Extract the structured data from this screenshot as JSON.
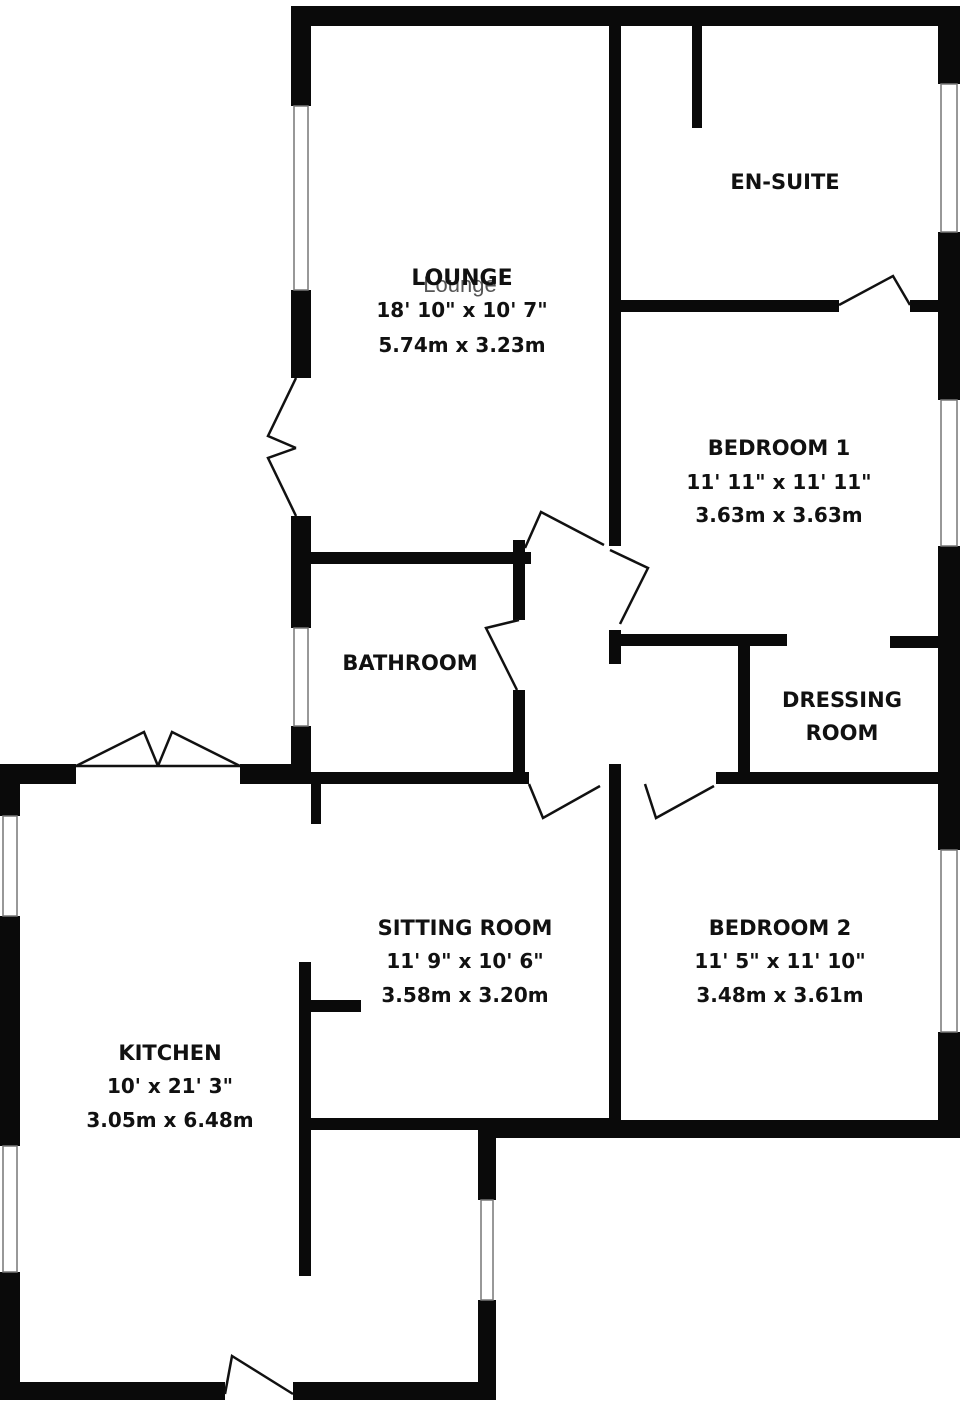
{
  "rooms": {
    "lounge": {
      "name": "LOUNGE",
      "imperial": "18' 10\" x 10' 7\"",
      "metric": "5.74m x 3.23m",
      "ghost_label": "Lounge"
    },
    "en_suite": {
      "name": "EN-SUITE"
    },
    "bedroom1": {
      "name": "BEDROOM 1",
      "imperial": "11' 11\"  x 11' 11\"",
      "metric": "3.63m x 3.63m"
    },
    "bathroom": {
      "name": "BATHROOM"
    },
    "dressing": {
      "name_line1": "DRESSING",
      "name_line2": "ROOM"
    },
    "sitting": {
      "name": "SITTING ROOM",
      "imperial": "11' 9\" x 10' 6\"",
      "metric": "3.58m x 3.20m"
    },
    "bedroom2": {
      "name": "BEDROOM 2",
      "imperial": "11' 5\" x 11' 10\"",
      "metric": "3.48m x 3.61m"
    },
    "kitchen": {
      "name": "KITCHEN",
      "imperial": "10' x 21' 3\"",
      "metric": "3.05m x 6.48m"
    }
  }
}
